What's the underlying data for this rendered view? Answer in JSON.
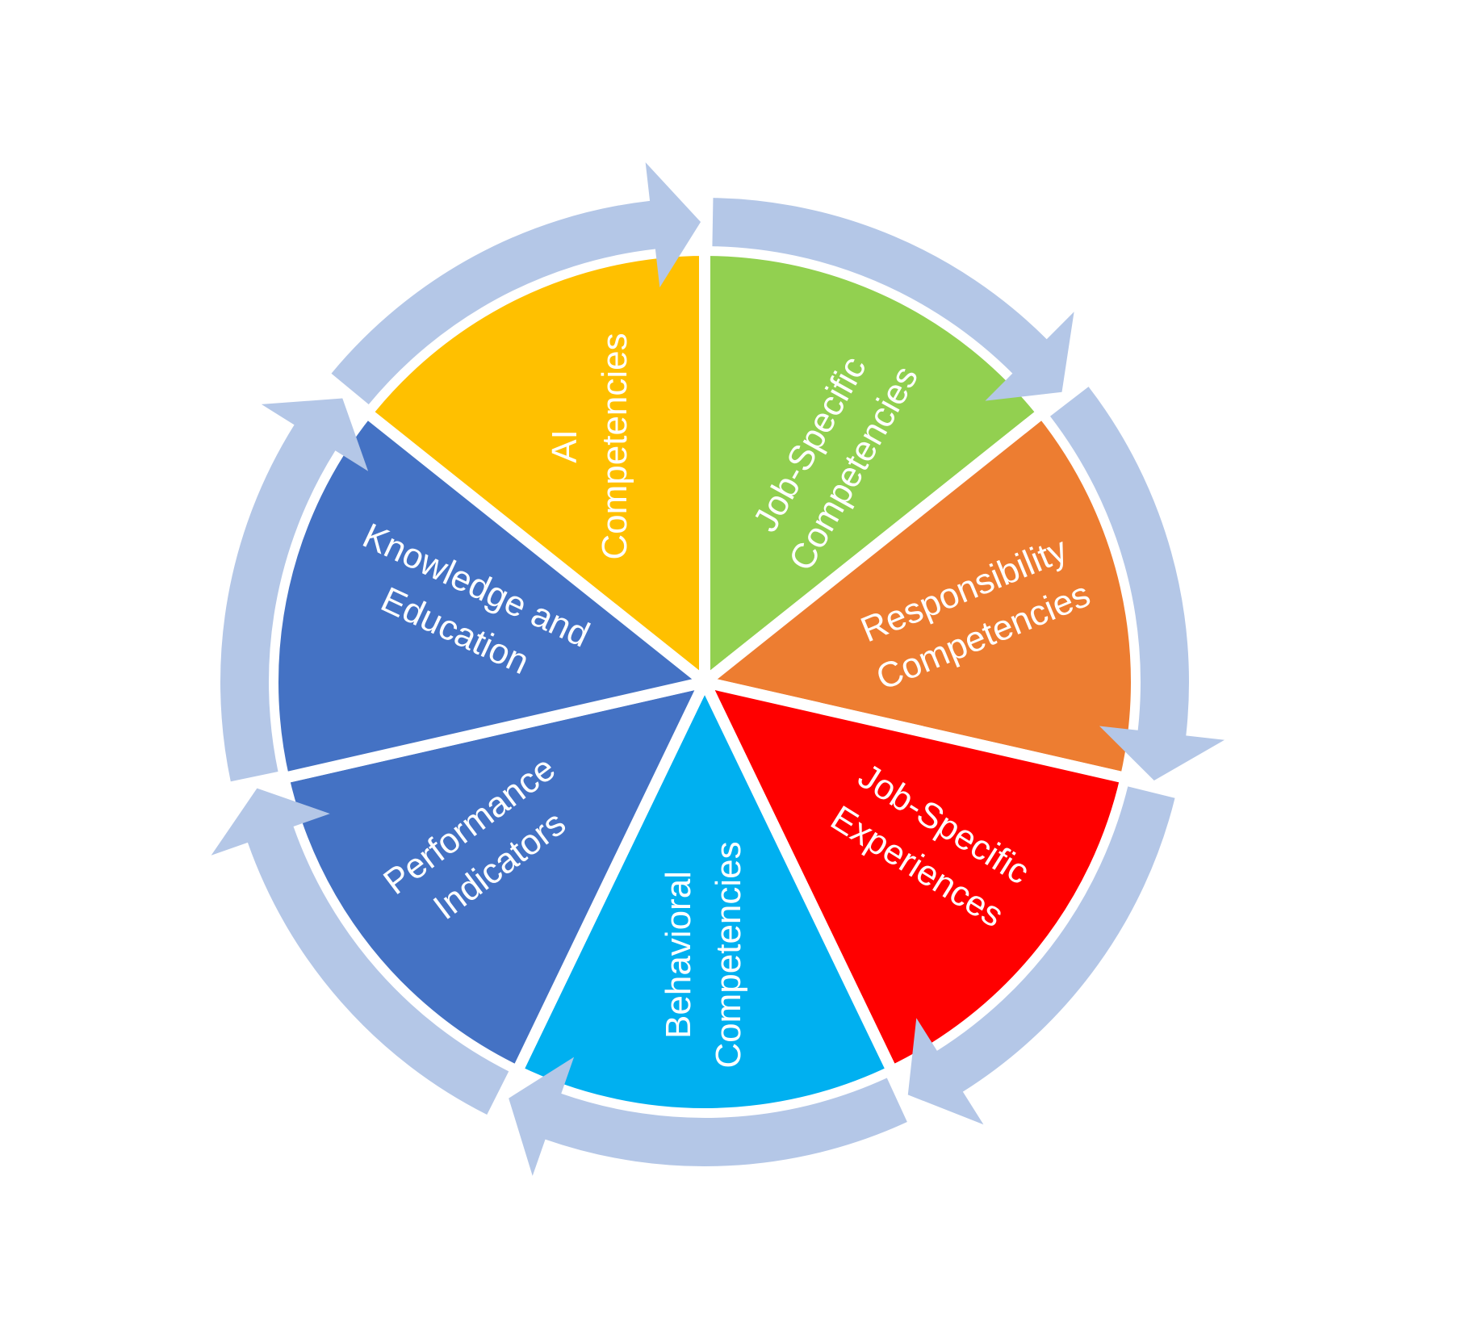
{
  "diagram": {
    "ring_color": "#B4C7E7",
    "segments": [
      {
        "id": "ai-competencies",
        "lines": [
          "AI",
          "Competencies"
        ],
        "color": "#FFC000"
      },
      {
        "id": "job-specific-competencies",
        "lines": [
          "Job-Specific",
          "Competencies"
        ],
        "color": "#92D050"
      },
      {
        "id": "responsibility-competencies",
        "lines": [
          "Responsibility",
          "Competencies"
        ],
        "color": "#ED7D31"
      },
      {
        "id": "job-specific-experiences",
        "lines": [
          "Job-Specific",
          "Experiences"
        ],
        "color": "#FF0000"
      },
      {
        "id": "behavioral-competencies",
        "lines": [
          "Behavioral",
          "Competencies"
        ],
        "color": "#00B0F0"
      },
      {
        "id": "performance-indicators",
        "lines": [
          "Performance",
          "Indicators"
        ],
        "color": "#4472C4"
      },
      {
        "id": "knowledge-and-education",
        "lines": [
          "Knowledge and",
          "Education"
        ],
        "color": "#4472C4"
      }
    ]
  }
}
